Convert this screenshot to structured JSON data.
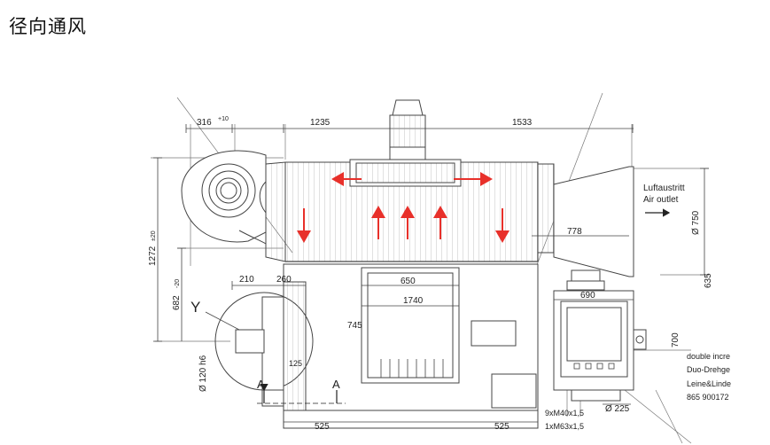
{
  "title": "径向通风",
  "dimensions": {
    "d316": "316",
    "d316_tol": "+10",
    "d1235": "1235",
    "d1533": "1533",
    "d778": "778",
    "d750": "Ø 750",
    "d1272": "1272",
    "d1272_tol": "±20",
    "d682": "682",
    "d682_tol": "-20",
    "d635": "635",
    "d650": "650",
    "d1740": "1740",
    "d745": "745",
    "d210": "210",
    "d260": "260",
    "d690": "690",
    "d700": "700",
    "d120": "Ø 120 h6",
    "d125": "125",
    "d225": "Ø 225",
    "d525a": "525",
    "d525b": "525"
  },
  "labels": {
    "air_outlet_de": "Luftaustritt",
    "air_outlet_en": "Air outlet",
    "view_y": "Y",
    "section_a1": "A",
    "section_a2": "A",
    "thread1": "9xM40x1,5",
    "thread2": "1xM63x1,5",
    "note1": "double incre",
    "note2": "Duo-Drehge",
    "note3": "Leine&Linde",
    "note4": "865 900172"
  },
  "colors": {
    "line": "#555555",
    "arrow": "#e8302a"
  }
}
